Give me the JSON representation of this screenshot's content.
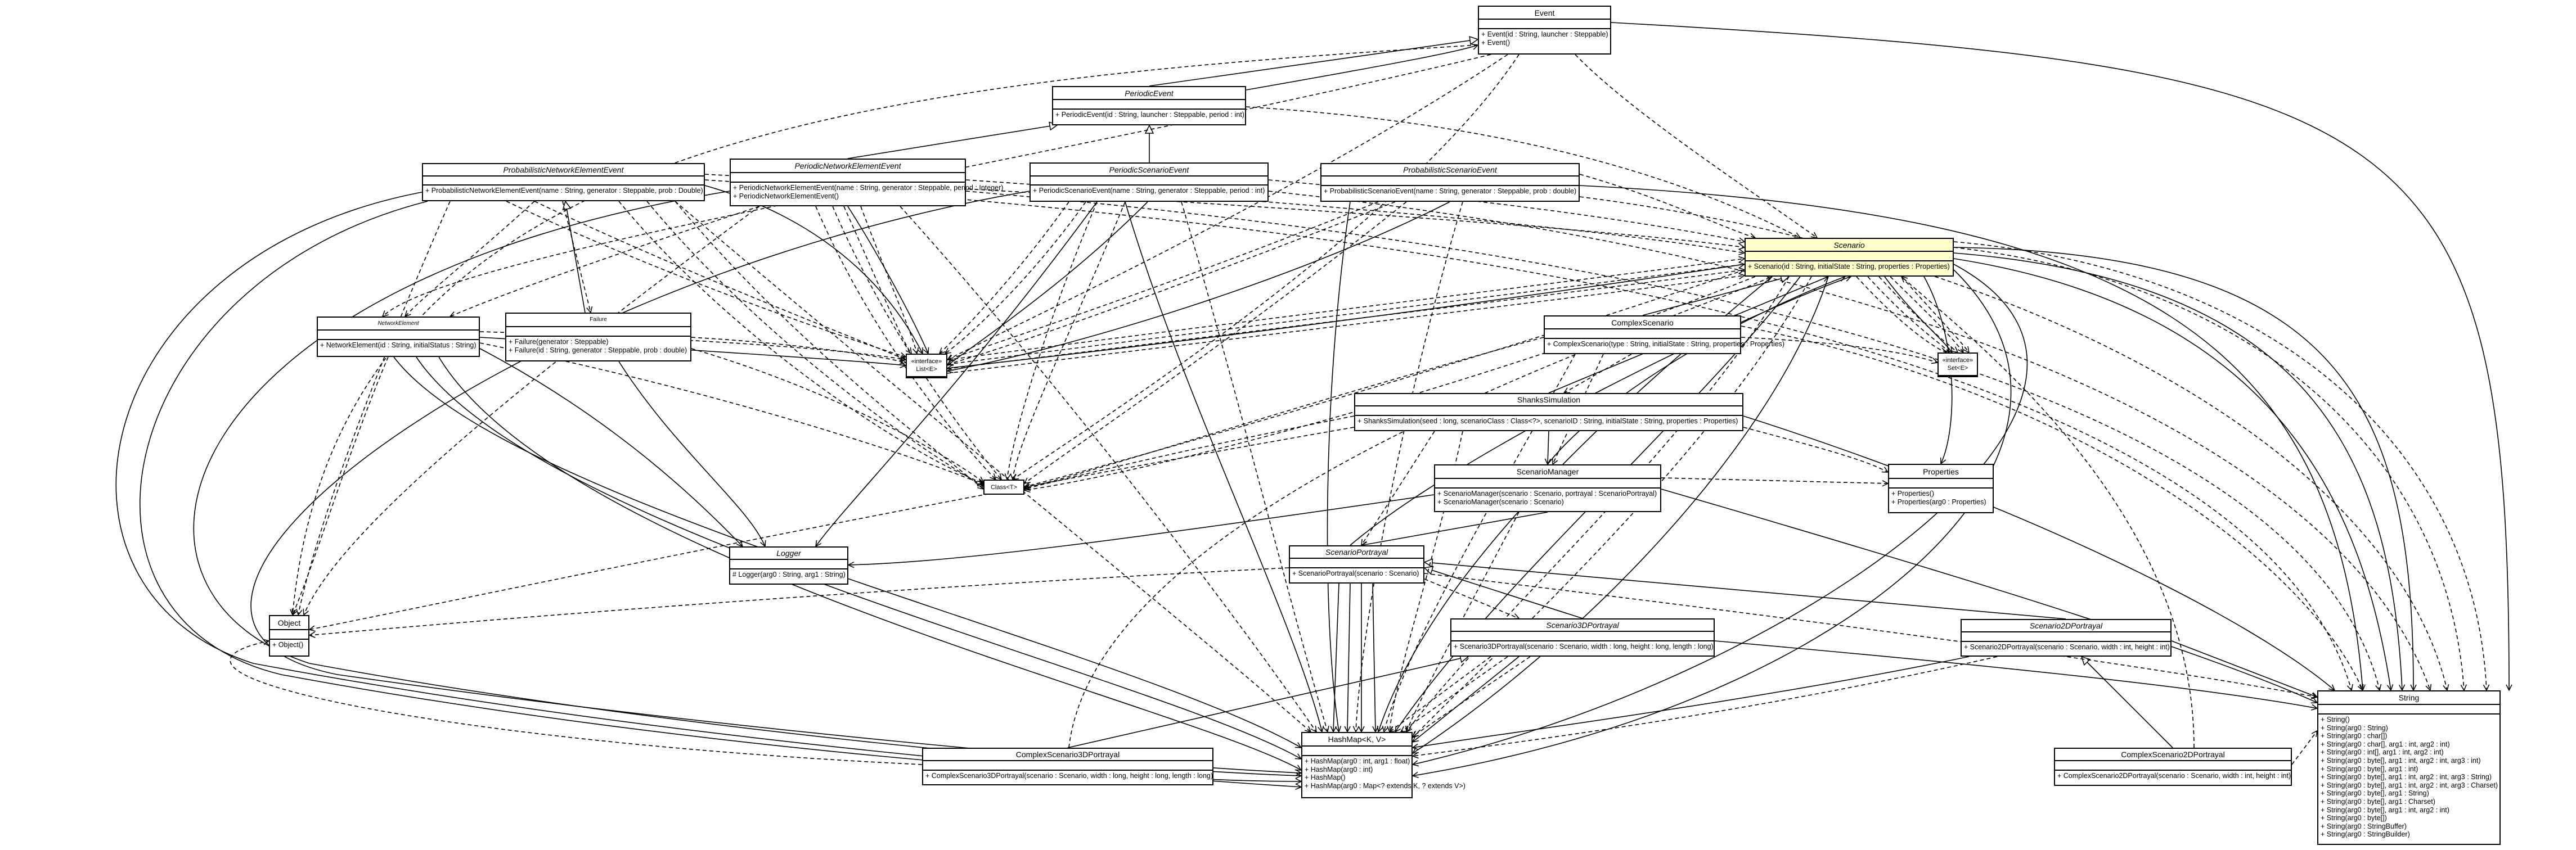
{
  "classes": {
    "event": {
      "name": "Event",
      "operations": [
        "+ Event(id : String, launcher : Steppable)",
        "+ Event()"
      ]
    },
    "periodic_event": {
      "name": "PeriodicEvent",
      "operations": [
        "+ PeriodicEvent(id : String, launcher : Steppable, period : int)"
      ]
    },
    "probabilistic_network_element_event": {
      "name": "ProbabilisticNetworkElementEvent",
      "operations": [
        "+ ProbabilisticNetworkElementEvent(name : String, generator : Steppable, prob : Double)"
      ]
    },
    "periodic_network_element_event": {
      "name": "PeriodicNetworkElementEvent",
      "operations": [
        "+ PeriodicNetworkElementEvent(name : String, generator : Steppable, period : Integer)",
        "+ PeriodicNetworkElementEvent()"
      ]
    },
    "periodic_scenario_event": {
      "name": "PeriodicScenarioEvent",
      "operations": [
        "+ PeriodicScenarioEvent(name : String, generator : Steppable, period : int)"
      ]
    },
    "probabilistic_scenario_event": {
      "name": "ProbabilisticScenarioEvent",
      "operations": [
        "+ ProbabilisticScenarioEvent(name : String, generator : Steppable, prob : double)"
      ]
    },
    "scenario": {
      "name": "Scenario",
      "operations": [
        "+ Scenario(id : String, initialState : String, properties : Properties)"
      ]
    },
    "network_element": {
      "name": "NetworkElement",
      "operations": [
        "+ NetworkElement(id : String, initialStatus : String)"
      ]
    },
    "failure": {
      "name": "Failure",
      "operations": [
        "+ Failure(generator : Steppable)",
        "+ Failure(id : String, generator : Steppable, prob : double)"
      ]
    },
    "complex_scenario": {
      "name": "ComplexScenario",
      "operations": [
        "+ ComplexScenario(type : String, initialState : String, properties : Properties)"
      ]
    },
    "interface_list": {
      "stereotype": "«interface»",
      "name": "List<E>",
      "operations": []
    },
    "class_t": {
      "name": "Class<T>",
      "operations": []
    },
    "interface_set": {
      "stereotype": "«interface»",
      "name": "Set<E>",
      "operations": []
    },
    "shanks_simulation": {
      "name": "ShanksSimulation",
      "operations": [
        "+ ShanksSimulation(seed : long, scenarioClass : Class<?>, scenarioID : String, initialState : String, properties : Properties)"
      ]
    },
    "properties": {
      "name": "Properties",
      "operations": [
        "+ Properties()",
        "+ Properties(arg0 : Properties)"
      ]
    },
    "scenario_manager": {
      "name": "ScenarioManager",
      "operations": [
        "+ ScenarioManager(scenario : Scenario, portrayal : ScenarioPortrayal)",
        "+ ScenarioManager(scenario : Scenario)"
      ]
    },
    "logger": {
      "name": "Logger",
      "operations": [
        "# Logger(arg0 : String, arg1 : String)"
      ]
    },
    "scenario_portrayal": {
      "name": "ScenarioPortrayal",
      "operations": [
        "+ ScenarioPortrayal(scenario : Scenario)"
      ]
    },
    "object": {
      "name": "Object",
      "operations": [
        "+ Object()"
      ]
    },
    "scenario_3d_portrayal": {
      "name": "Scenario3DPortrayal",
      "operations": [
        "+ Scenario3DPortrayal(scenario : Scenario, width : long, height : long, length : long)"
      ]
    },
    "scenario_2d_portrayal": {
      "name": "Scenario2DPortrayal",
      "operations": [
        "+ Scenario2DPortrayal(scenario : Scenario, width : int, height : int)"
      ]
    },
    "string": {
      "name": "String",
      "operations": [
        "+ String()",
        "+ String(arg0 : String)",
        "+ String(arg0 : char[])",
        "+ String(arg0 : char[], arg1 : int, arg2 : int)",
        "+ String(arg0 : int[], arg1 : int, arg2 : int)",
        "+ String(arg0 : byte[], arg1 : int, arg2 : int, arg3 : int)",
        "+ String(arg0 : byte[], arg1 : int)",
        "+ String(arg0 : byte[], arg1 : int, arg2 : int, arg3 : String)",
        "+ String(arg0 : byte[], arg1 : int, arg2 : int, arg3 : Charset)",
        "+ String(arg0 : byte[], arg1 : String)",
        "+ String(arg0 : byte[], arg1 : Charset)",
        "+ String(arg0 : byte[], arg1 : int, arg2 : int)",
        "+ String(arg0 : byte[])",
        "+ String(arg0 : StringBuffer)",
        "+ String(arg0 : StringBuilder)"
      ]
    },
    "hashmap": {
      "name": "HashMap<K, V>",
      "operations": [
        "+ HashMap(arg0 : int, arg1 : float)",
        "+ HashMap(arg0 : int)",
        "+ HashMap()",
        "+ HashMap(arg0 : Map<? extends K, ? extends V>)"
      ]
    },
    "complex_scenario_3d_portrayal": {
      "name": "ComplexScenario3DPortrayal",
      "operations": [
        "+ ComplexScenario3DPortrayal(scenario : Scenario, width : long, height : long, length : long)"
      ]
    },
    "complex_scenario_2d_portrayal": {
      "name": "ComplexScenario2DPortrayal",
      "operations": [
        "+ ComplexScenario2DPortrayal(scenario : Scenario, width : int, height : int)"
      ]
    }
  },
  "colors": {
    "line": "#000000",
    "box_fill": "#ffffff",
    "highlight_fill": "#ffffcc"
  }
}
